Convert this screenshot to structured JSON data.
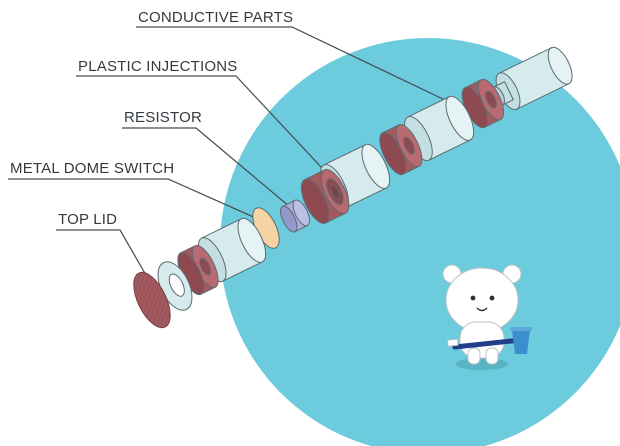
{
  "labels": {
    "conductive_parts": "CONDUCTIVE PARTS",
    "plastic_injections": "PLASTIC INJECTIONS",
    "resistor": "RESISTOR",
    "metal_dome_switch": "METAL DOME SWITCH",
    "top_lid": "TOP LID"
  },
  "colors": {
    "background_circle": "#6ccbdc",
    "conductive_parts": "#d6ebed",
    "plastic_injections": "#a25a5f",
    "resistor": "#a9aedb",
    "metal_dome_switch": "#f5d3a2",
    "top_lid": "#a25a5f",
    "label_text": "#333a40"
  },
  "icons": {
    "mascot": "white-bear-mascot-icon",
    "toothbrush": "toothbrush-icon",
    "cup": "cup-icon"
  }
}
